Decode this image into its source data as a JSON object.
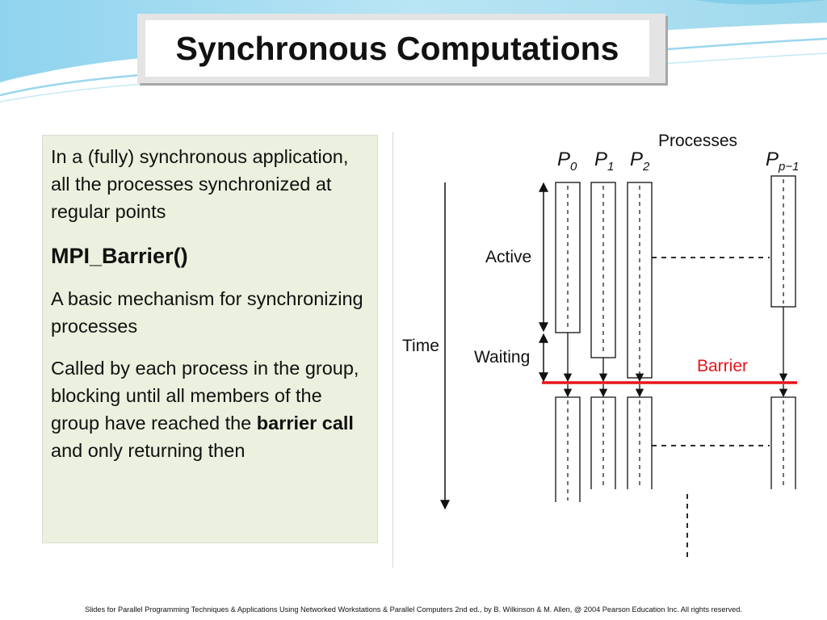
{
  "slide": {
    "title": "Synchronous Computations",
    "intro": "In a (fully) synchronous application, all the processes synchronized at regular points",
    "function_name": "MPI_Barrier()",
    "mechanism": "A basic mechanism for synchronizing processes",
    "called_prefix": "Called by each process in the group, blocking until all members of the group have reached the ",
    "called_bold": "barrier call",
    "called_suffix": " and only returning then",
    "footer": "Slides for Parallel Programming Techniques & Applications Using Networked Workstations & Parallel Computers 2nd ed., by B. Wilkinson & M. Allen, @ 2004 Pearson Education Inc. All rights reserved."
  },
  "diagram": {
    "processes_label": "Processes",
    "process_base": "P",
    "process_subscripts": [
      "0",
      "1",
      "2",
      "p−1"
    ],
    "time_label": "Time",
    "active_label": "Active",
    "waiting_label": "Waiting",
    "barrier_label": "Barrier",
    "barrier_color": "#e8141c"
  }
}
